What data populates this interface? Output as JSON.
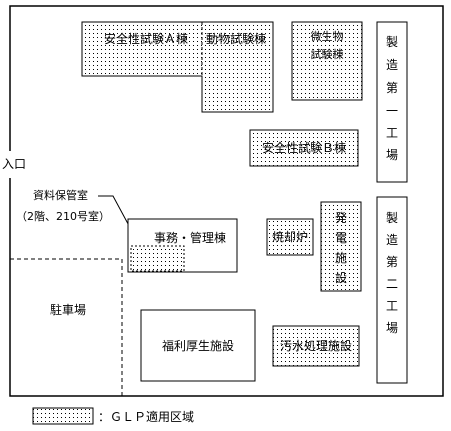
{
  "map": {
    "entrance": "入口",
    "buildings": {
      "safety_a": "安全性試験Ａ棟",
      "animal": "動物試験棟",
      "microbe_line1": "微生物",
      "microbe_line2": "試験棟",
      "factory1": [
        "製",
        "造",
        "第",
        "一",
        "工",
        "場"
      ],
      "safety_b": "安全性試験Ｂ棟",
      "archive_line1": "資料保管室",
      "archive_line2": "（2階、210号室）",
      "office": "事務・管理棟",
      "incinerator": "焼却炉",
      "power": [
        "発",
        "電",
        "施",
        "設"
      ],
      "factory2": [
        "製",
        "造",
        "第",
        "二",
        "工",
        "場"
      ],
      "parking": "駐車場",
      "welfare": "福利厚生施設",
      "sewage": "汚水処理施設"
    },
    "legend": "：ＧＬＰ適用区域"
  },
  "colors": {
    "stroke": "#000000",
    "background": "#ffffff",
    "glp_dot": "#000000"
  }
}
